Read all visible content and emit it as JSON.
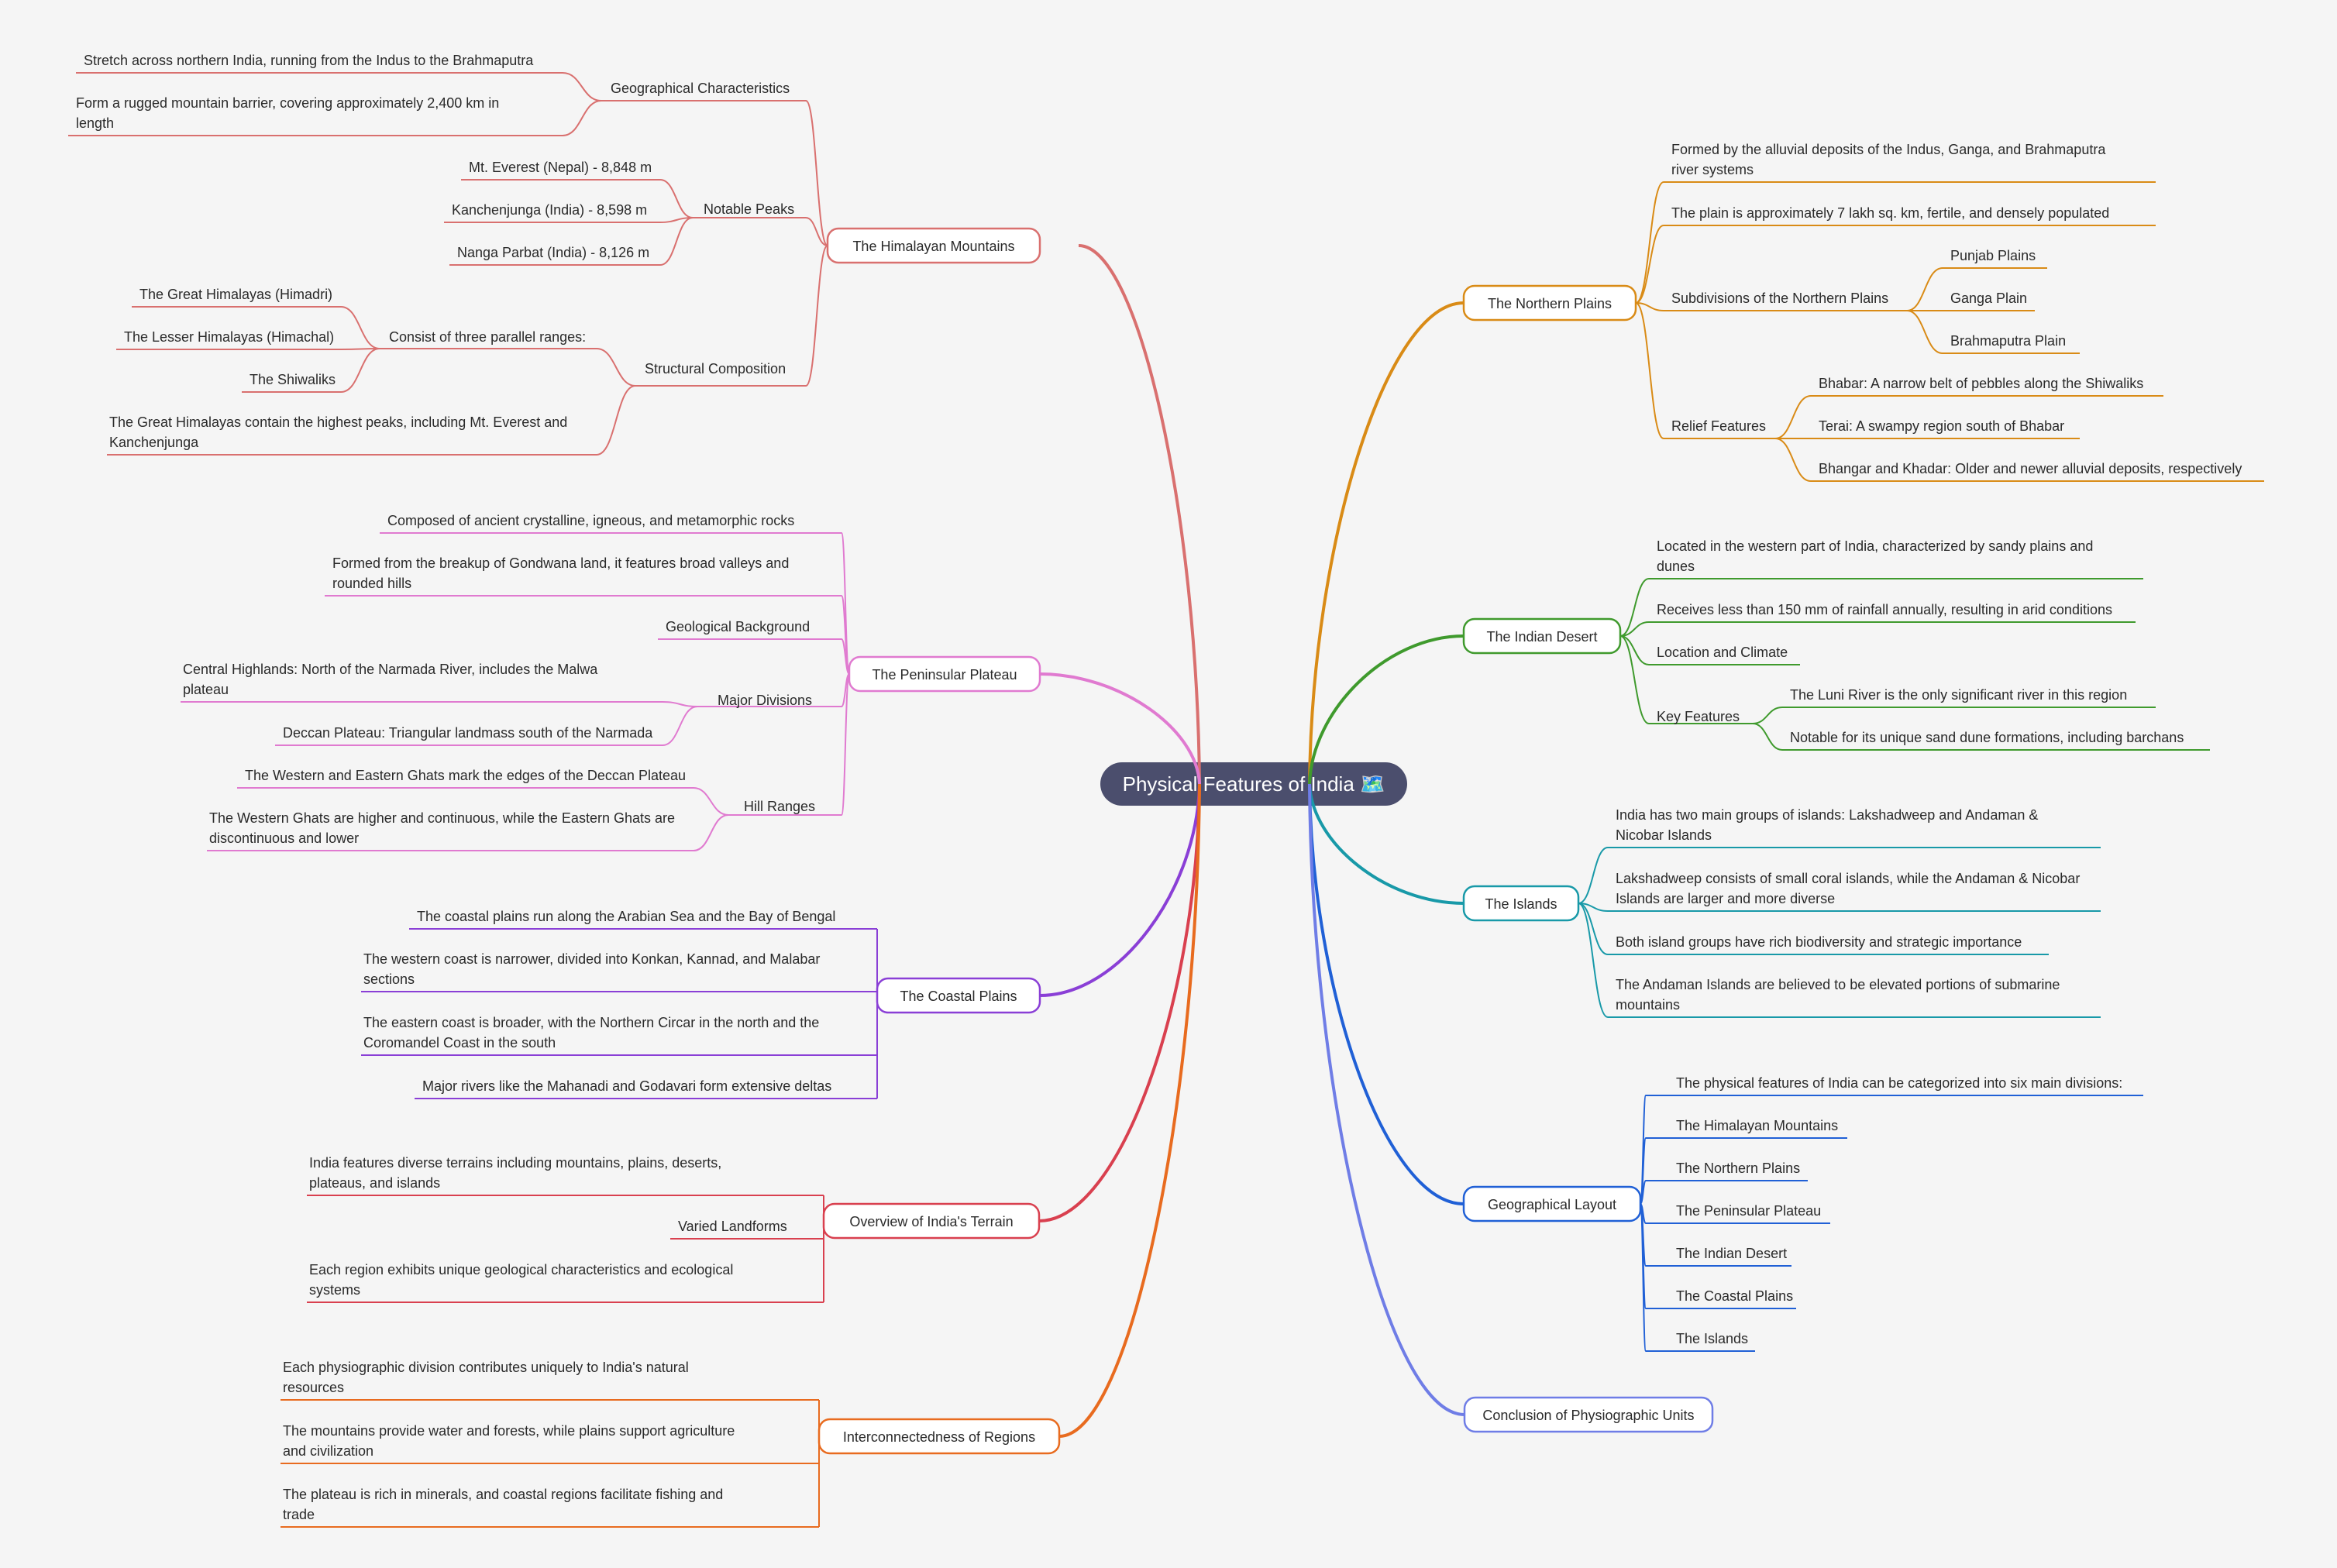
{
  "map": {
    "center": "Physical Features of India 🗺️",
    "colors": {
      "center_bg": "#4b4e6d",
      "himalaya": "#d9706f",
      "plateau": "#e07ad0",
      "coastal": "#8a3fd6",
      "overview": "#d9404f",
      "interconnected": "#e86b1f",
      "northern": "#d98b16",
      "desert": "#3f9a2d",
      "islands": "#1899a8",
      "layout": "#2060d6",
      "conclusion": "#6f7de6"
    },
    "left": [
      {
        "label": "The Himalayan Mountains",
        "children": [
          {
            "label": "Geographical Characteristics",
            "children": [
              {
                "label": "Stretch across northern India, running from the Indus to the Brahmaputra"
              },
              {
                "label": "Form a rugged mountain barrier, covering approximately 2,400 km in length"
              }
            ]
          },
          {
            "label": "Notable Peaks",
            "children": [
              {
                "label": "Mt. Everest (Nepal) - 8,848 m"
              },
              {
                "label": "Kanchenjunga (India) - 8,598 m"
              },
              {
                "label": "Nanga Parbat (India) - 8,126 m"
              }
            ]
          },
          {
            "label": "Structural Composition",
            "children": [
              {
                "label": "Consist of three parallel ranges:",
                "children": [
                  {
                    "label": "The Great Himalayas (Himadri)"
                  },
                  {
                    "label": "The Lesser Himalayas (Himachal)"
                  },
                  {
                    "label": "The Shiwaliks"
                  }
                ]
              },
              {
                "label": "The Great Himalayas contain the highest peaks, including Mt. Everest and Kanchenjunga"
              }
            ]
          }
        ]
      },
      {
        "label": "The Peninsular Plateau",
        "children": [
          {
            "label": "Composed of ancient crystalline, igneous, and metamorphic rocks"
          },
          {
            "label": "Formed from the breakup of Gondwana land, it features broad valleys and rounded hills"
          },
          {
            "label": "Geological Background"
          },
          {
            "label": "Major Divisions",
            "children": [
              {
                "label": "Central Highlands: North of the Narmada River, includes the Malwa plateau"
              },
              {
                "label": "Deccan Plateau: Triangular landmass south of the Narmada"
              }
            ]
          },
          {
            "label": "Hill Ranges",
            "children": [
              {
                "label": "The Western and Eastern Ghats mark the edges of the Deccan Plateau"
              },
              {
                "label": "The Western Ghats are higher and continuous, while the Eastern Ghats are discontinuous and lower"
              }
            ]
          }
        ]
      },
      {
        "label": "The Coastal Plains",
        "children": [
          {
            "label": "The coastal plains run along the Arabian Sea and the Bay of Bengal"
          },
          {
            "label": "The western coast is narrower, divided into Konkan, Kannad, and Malabar sections"
          },
          {
            "label": "The eastern coast is broader, with the Northern Circar in the north and the Coromandel Coast in the south"
          },
          {
            "label": "Major rivers like the Mahanadi and Godavari form extensive deltas"
          }
        ]
      },
      {
        "label": "Overview of India's Terrain",
        "children": [
          {
            "label": "India features diverse terrains including mountains, plains, deserts, plateaus, and islands"
          },
          {
            "label": "Varied Landforms"
          },
          {
            "label": "Each region exhibits unique geological characteristics and ecological systems"
          }
        ]
      },
      {
        "label": "Interconnectedness of Regions",
        "children": [
          {
            "label": "Each physiographic division contributes uniquely to India's natural resources"
          },
          {
            "label": "The mountains provide water and forests, while plains support agriculture and civilization"
          },
          {
            "label": "The plateau is rich in minerals, and coastal regions facilitate fishing and trade"
          }
        ]
      }
    ],
    "right": [
      {
        "label": "The Northern Plains",
        "children": [
          {
            "label": "Formed by the alluvial deposits of the Indus, Ganga, and Brahmaputra river systems"
          },
          {
            "label": "The plain is approximately 7 lakh sq. km, fertile, and densely populated"
          },
          {
            "label": "Subdivisions of the Northern Plains",
            "children": [
              {
                "label": "Punjab Plains"
              },
              {
                "label": "Ganga Plain"
              },
              {
                "label": "Brahmaputra Plain"
              }
            ]
          },
          {
            "label": "Relief Features",
            "children": [
              {
                "label": "Bhabar: A narrow belt of pebbles along the Shiwaliks"
              },
              {
                "label": "Terai: A swampy region south of Bhabar"
              },
              {
                "label": "Bhangar and Khadar: Older and newer alluvial deposits, respectively"
              }
            ]
          }
        ]
      },
      {
        "label": "The Indian Desert",
        "children": [
          {
            "label": "Located in the western part of India, characterized by sandy plains and dunes"
          },
          {
            "label": "Receives less than 150 mm of rainfall annually, resulting in arid conditions"
          },
          {
            "label": "Location and Climate"
          },
          {
            "label": "Key Features",
            "children": [
              {
                "label": "The Luni River is the only significant river in this region"
              },
              {
                "label": "Notable for its unique sand dune formations, including barchans"
              }
            ]
          }
        ]
      },
      {
        "label": "The Islands",
        "children": [
          {
            "label": "India has two main groups of islands: Lakshadweep and Andaman & Nicobar Islands"
          },
          {
            "label": "Lakshadweep consists of small coral islands, while the Andaman & Nicobar Islands are larger and more diverse"
          },
          {
            "label": "Both island groups have rich biodiversity and strategic importance"
          },
          {
            "label": "The Andaman Islands are believed to be elevated portions of submarine mountains"
          }
        ]
      },
      {
        "label": "Geographical Layout",
        "children": [
          {
            "label": "The physical features of India can be categorized into six main divisions:"
          },
          {
            "label": "The Himalayan Mountains"
          },
          {
            "label": "The Northern Plains"
          },
          {
            "label": "The Peninsular Plateau"
          },
          {
            "label": "The Indian Desert"
          },
          {
            "label": "The Coastal Plains"
          },
          {
            "label": "The Islands"
          }
        ]
      },
      {
        "label": "Conclusion of Physiographic Units",
        "children": []
      }
    ]
  }
}
